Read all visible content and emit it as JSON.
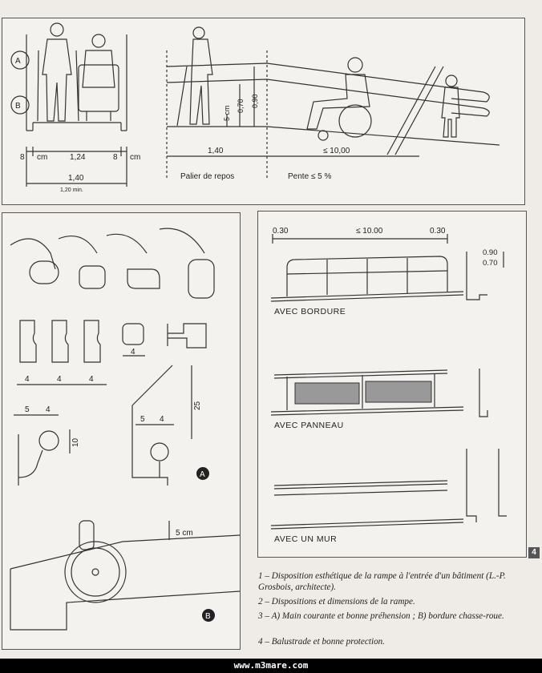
{
  "figure1": {
    "marker_a": "A",
    "marker_b": "B",
    "dim_8cm_left": "8",
    "dim_cm_left": "cm",
    "dim_124": "1,24",
    "dim_8cm_right": "8",
    "dim_cm_right": "cm",
    "dim_140_bottom": "1,40",
    "dim_120_min": "1,20  min.",
    "dim_5cm": "5 cm",
    "dim_070": "0,70",
    "dim_090": "0,90",
    "dim_140_landing": "1,40",
    "dim_1000": "≤ 10,00",
    "label_palier": "Palier de repos",
    "label_pente": "Pente ≤ 5 %"
  },
  "figure3": {
    "dim_4_a": "4",
    "dim_4_b": "4",
    "dim_4_c": "4",
    "dim_4_d": "4",
    "dim_5_a": "5",
    "dim_4_e": "4",
    "dim_10": "10",
    "dim_5_b": "5",
    "dim_4_f": "4",
    "dim_25": "25",
    "dim_5cm": "5 cm",
    "badge_a": "A",
    "badge_b": "B"
  },
  "figure4": {
    "dim_030_left": "0.30",
    "dim_1000": "≤ 10.00",
    "dim_030_right": "0.30",
    "dim_090": "0.90",
    "dim_070": "0.70",
    "label_bordure": "AVEC BORDURE",
    "label_panneau": "AVEC PANNEAU",
    "label_mur": "AVEC UN MUR"
  },
  "page_tab": "4",
  "captions": [
    "1 – Disposition esthétique de la rampe à l'entrée d'un bâtiment (L.-P. Grosbois, architecte).",
    "2 – Dispositions et dimensions de la rampe.",
    "3 – A) Main courante et bonne préhension ; B) bordure chasse-roue.",
    "4 – Balustrade et bonne protection."
  ],
  "watermark": "www.m3mare.com"
}
